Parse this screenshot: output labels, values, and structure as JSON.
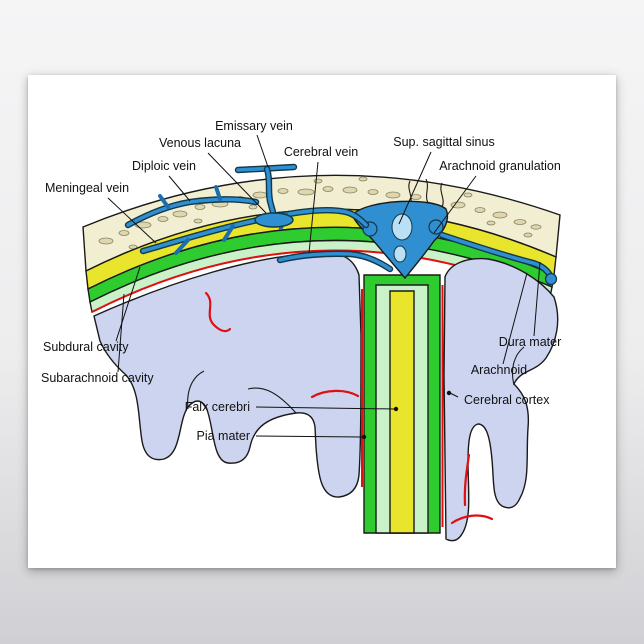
{
  "poster": {
    "labels": {
      "emissary_vein": "Emissary vein",
      "venous_lacuna": "Venous lacuna",
      "diploic_vein": "Diploic vein",
      "meningeal_vein": "Meningeal vein",
      "cerebral_vein": "Cerebral vein",
      "sup_sagittal_sinus": "Sup. sagittal sinus",
      "arachnoid_granulation": "Arachnoid granulation",
      "subdural_cavity": "Subdural cavity",
      "subarachnoid_cavity": "Subarachnoid cavity",
      "dura_mater": "Dura mater",
      "arachnoid": "Arachnoid",
      "cerebral_cortex": "Cerebral cortex",
      "falx_cerebri": "Falx cerebri",
      "pia_mater": "Pia mater"
    },
    "colors": {
      "bone": "#f2eed2",
      "dura": "#e9e42c",
      "arachnoid_layer": "#2ecc2e",
      "subarachnoid_layer": "#c9f2c9",
      "cortex": "#ccd4f0",
      "vein": "#2f8fd0",
      "artery": "#e01010",
      "background": "#ececee",
      "poster": "#ffffff"
    }
  }
}
